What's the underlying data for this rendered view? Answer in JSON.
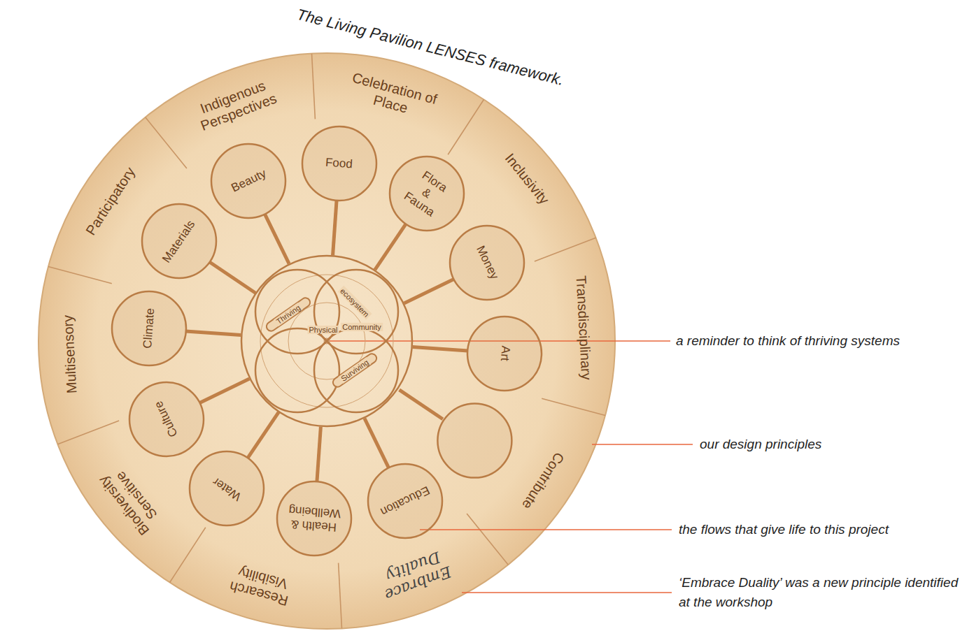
{
  "diagram": {
    "title": "The Living Pavilion LENSES framework.",
    "nodes": [
      {
        "text": [
          "Indigenous Perspectives"
        ]
      },
      {
        "text": [
          "Celebration of Place"
        ]
      },
      {
        "text": [
          "Inclusivity"
        ]
      },
      {
        "text": [
          "Transdisciplinary"
        ]
      },
      {
        "text": [
          "Contribute"
        ]
      },
      {
        "text": [
          "Embrace Duality"
        ]
      },
      {
        "text": [
          "Research Visibility"
        ]
      },
      {
        "text": [
          "Biodiversity Sensitive"
        ]
      },
      {
        "text": [
          "Multisensory"
        ]
      },
      {
        "text": [
          "Participatory"
        ]
      },
      {
        "text": [
          "Beauty"
        ]
      },
      {
        "text": [
          "Food"
        ]
      },
      {
        "text": [
          "Flora & Fauna"
        ]
      },
      {
        "text": [
          "Money"
        ]
      },
      {
        "text": [
          "Art"
        ]
      },
      {
        "text": [
          "Education"
        ]
      },
      {
        "text": [
          "Health & Wellbeing"
        ]
      },
      {
        "text": [
          "Water"
        ]
      },
      {
        "text": [
          "Culture"
        ]
      },
      {
        "text": [
          "Climate"
        ]
      },
      {
        "text": [
          "Materials"
        ]
      },
      {
        "text": [
          "Thriving",
          "ecosystem",
          "Community",
          "Physical",
          "Surviving"
        ]
      }
    ],
    "edges": [
      {
        "from": 10,
        "to": 21,
        "arrow": "none"
      },
      {
        "from": 11,
        "to": 21,
        "arrow": "none"
      },
      {
        "from": 12,
        "to": 21,
        "arrow": "none"
      },
      {
        "from": 13,
        "to": 21,
        "arrow": "none"
      },
      {
        "from": 14,
        "to": 21,
        "arrow": "none"
      },
      {
        "from": 15,
        "to": 21,
        "arrow": "none"
      },
      {
        "from": 16,
        "to": 21,
        "arrow": "none"
      },
      {
        "from": 17,
        "to": 21,
        "arrow": "none"
      },
      {
        "from": 18,
        "to": 21,
        "arrow": "none"
      },
      {
        "from": 19,
        "to": 21,
        "arrow": "none"
      },
      {
        "from": 20,
        "to": 21,
        "arrow": "none"
      }
    ],
    "labels": [
      "a reminder to think of thriving systems",
      "our design principles",
      "the flows that give life to this project",
      "‘Embrace Duality’ was a new principle identified at the workshop"
    ]
  }
}
